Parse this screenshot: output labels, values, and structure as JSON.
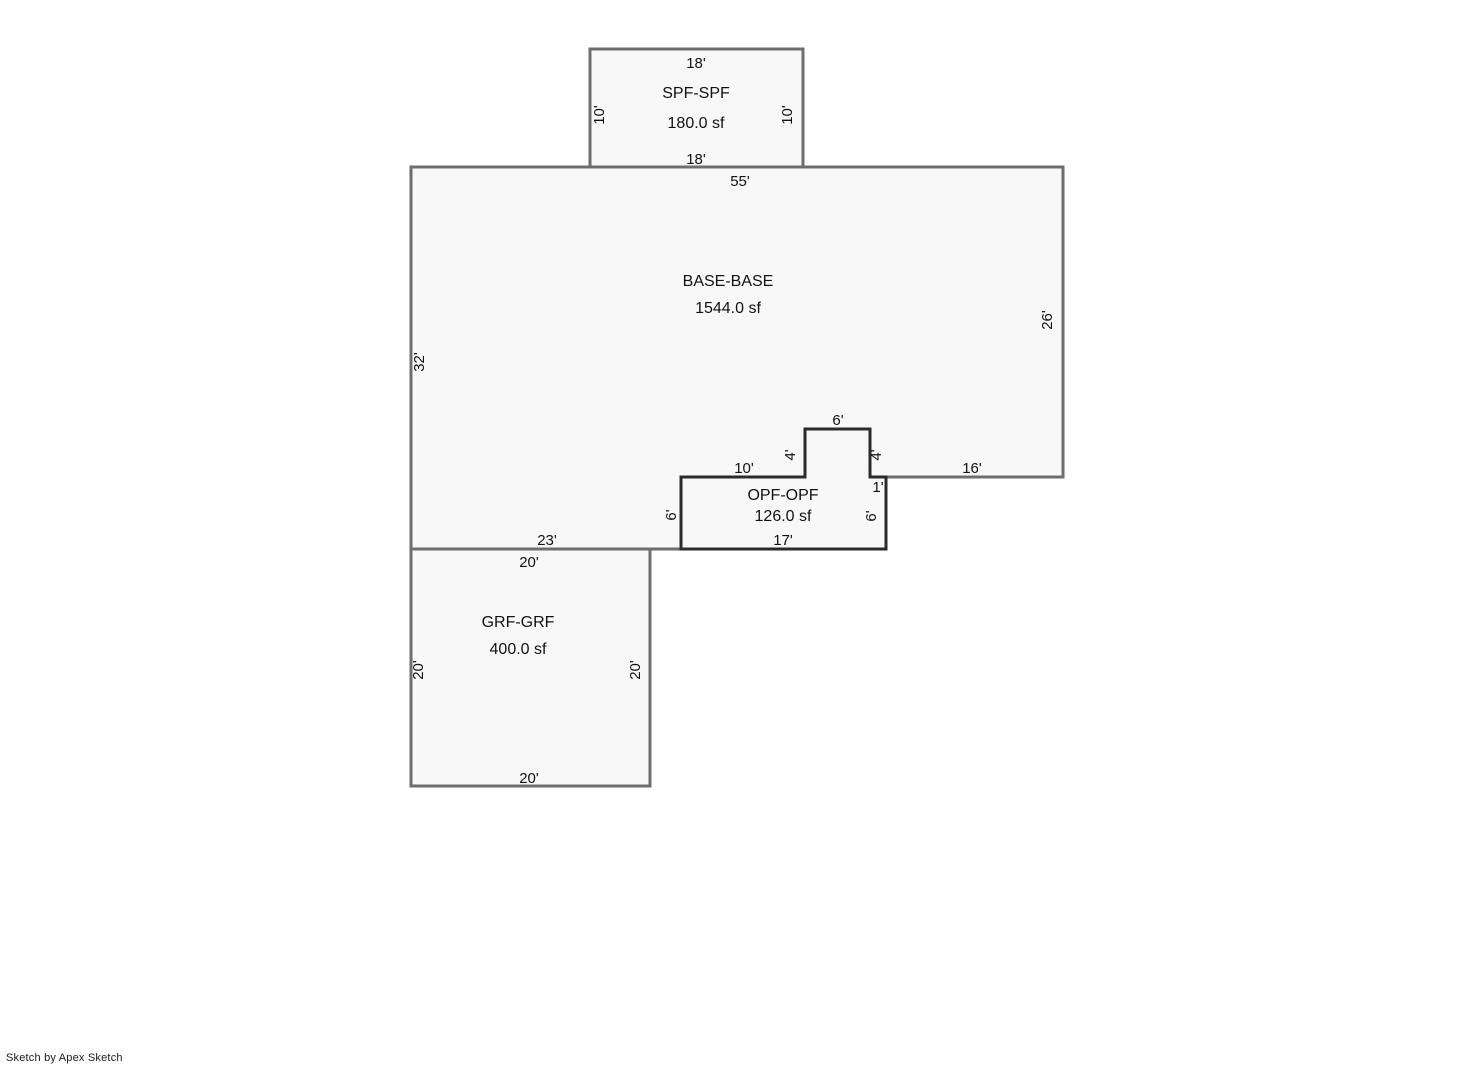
{
  "document": {
    "type": "floor-plan-sketch",
    "credit": "Sketch by Apex Sketch",
    "units": "feet",
    "background_color": "#ffffff",
    "room_fill_color": "#f8f8f8",
    "wall_color": "#6e6e6e",
    "interior_wall_color": "#2b2b2b",
    "text_color": "#111111"
  },
  "areas": [
    {
      "id": "spf",
      "name": "SPF-SPF",
      "area_label": "180.0 sf",
      "area_value": 180.0,
      "dimensions": {
        "top": "18'",
        "bottom": "18'",
        "left": "10'",
        "right": "10'"
      }
    },
    {
      "id": "base",
      "name": "BASE-BASE",
      "area_label": "1544.0 sf",
      "area_value": 1544.0,
      "dimensions": {
        "top": "55'",
        "left": "32'",
        "right": "26'",
        "bottom_right": "16'",
        "bottom_left": "23'",
        "notch_top": "10'",
        "notch_step_left": "4'",
        "notch_peak": "6'",
        "notch_step_right": "4'",
        "notch_drop": "1'"
      }
    },
    {
      "id": "opf",
      "name": "OPF-OPF",
      "area_label": "126.0 sf",
      "area_value": 126.0,
      "dimensions": {
        "top_left": "10'",
        "step_left": "4'",
        "top_peak": "6'",
        "step_right": "4'",
        "right_upper": "1'",
        "right_lower": "6'",
        "bottom": "17'",
        "left": "6'"
      }
    },
    {
      "id": "grf",
      "name": "GRF-GRF",
      "area_label": "400.0 sf",
      "area_value": 400.0,
      "dimensions": {
        "top": "20'",
        "bottom": "20'",
        "left": "20'",
        "right": "20'"
      }
    }
  ],
  "labels": {
    "spf_top": "18'",
    "spf_bottom": "18'",
    "spf_left": "10'",
    "spf_right": "10'",
    "spf_name": "SPF-SPF",
    "spf_area": "180.0 sf",
    "base_top": "55'",
    "base_left": "32'",
    "base_right": "26'",
    "base_bottom_left": "23'",
    "base_bottom_right": "16'",
    "base_name": "BASE-BASE",
    "base_area": "1544.0 sf",
    "opf_name": "OPF-OPF",
    "opf_area": "126.0 sf",
    "opf_top_left": "10'",
    "opf_step_left": "4'",
    "opf_peak": "6'",
    "opf_step_right": "4'",
    "opf_right_upper": "1'",
    "opf_right_lower": "6'",
    "opf_bottom": "17'",
    "opf_left": "6'",
    "grf_name": "GRF-GRF",
    "grf_area": "400.0 sf",
    "grf_top": "20'",
    "grf_bottom": "20'",
    "grf_left": "20'",
    "grf_right": "20'"
  }
}
